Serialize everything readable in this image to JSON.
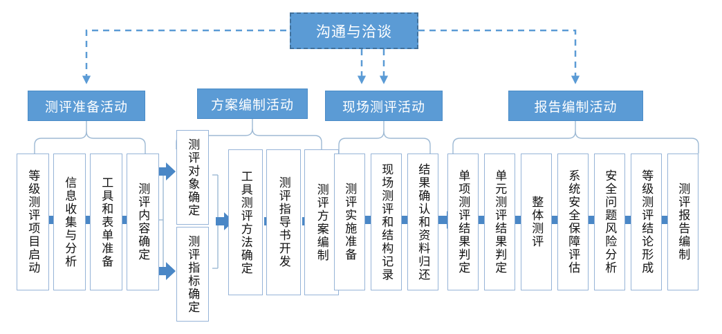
{
  "diagram": {
    "title_box": {
      "label": "沟通与洽谈"
    },
    "colors": {
      "accent_fill": "#5B9BD5",
      "accent_border": "#41719C",
      "box_border": "#95B3D7",
      "connector": "#5B9BD5",
      "bracket": "#9DB9D4",
      "text_light": "#FFFFFF",
      "text_dark": "#111111"
    },
    "phases": [
      {
        "label": "测评准备活动"
      },
      {
        "label": "方案编制活动"
      },
      {
        "label": "现场测评活动"
      },
      {
        "label": "报告编制活动"
      }
    ],
    "steps": {
      "prep": [
        {
          "label": "等级测评项目启动"
        },
        {
          "label": "信息收集与分析"
        },
        {
          "label": "工具和表单准备"
        },
        {
          "label": "测评内容确定"
        }
      ],
      "branch": [
        {
          "label": "测评对象确定"
        },
        {
          "label": "测评指标确定"
        }
      ],
      "plan": [
        {
          "label": "工具测评方法确定"
        },
        {
          "label": "测评指导书开发"
        },
        {
          "label": "测评方案编制"
        }
      ],
      "onsite": [
        {
          "label": "测评实施准备"
        },
        {
          "label": "现场测评和结构记录"
        },
        {
          "label": "结果确认和资料归还"
        }
      ],
      "report": [
        {
          "label": "单项测评结果判定"
        },
        {
          "label": "单元测评结果判定"
        },
        {
          "label": "整体测评"
        },
        {
          "label": "系统安全保障评估"
        },
        {
          "label": "安全问题风险分析"
        },
        {
          "label": "等级测评结论形成"
        },
        {
          "label": "测评报告编制"
        }
      ]
    }
  }
}
